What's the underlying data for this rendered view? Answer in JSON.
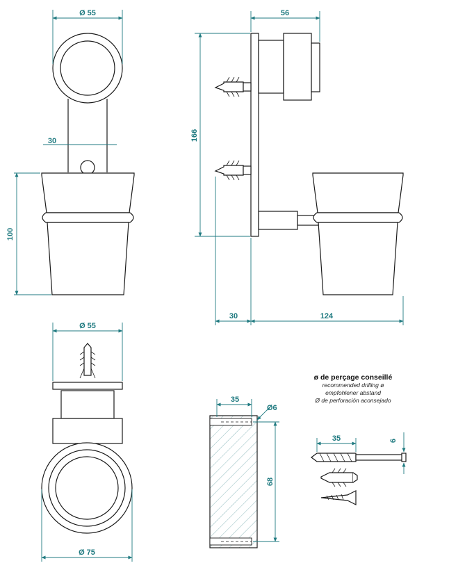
{
  "colors": {
    "dimension": "#1f7a80",
    "outline": "#1a1a1a",
    "hatch": "#4a8f94"
  },
  "front_view": {
    "ring_diameter": "Ø 55",
    "arm_width": "30",
    "cup_height": "100"
  },
  "side_view": {
    "projection": "56",
    "height": "166",
    "wall_offset": "30",
    "depth": "124"
  },
  "top_view": {
    "plate_diameter": "Ø 55",
    "cup_diameter": "Ø 75"
  },
  "wall_section": {
    "hole_depth": "35",
    "hole_diameter": "Ø6",
    "hole_spacing": "68"
  },
  "drilling": {
    "title": "ø de perçage conseillé",
    "lines": [
      "recommended drilling ø",
      "empfohlener abstand",
      "Ø de perforación aconsejado"
    ],
    "drill_length": "35",
    "drill_diameter": "6"
  }
}
